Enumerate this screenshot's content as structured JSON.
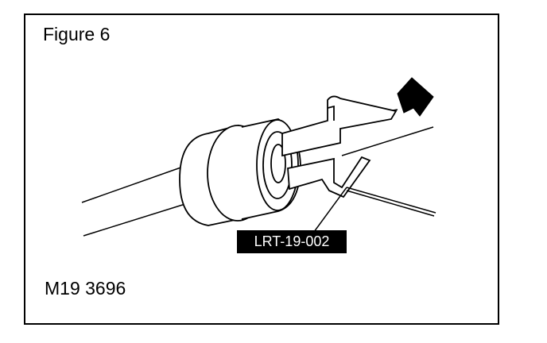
{
  "figure": {
    "title": "Figure 6",
    "reference_code": "M19 3696",
    "tool_label": "LRT-19-002"
  },
  "colors": {
    "line": "#000000",
    "background": "#ffffff",
    "callout_background": "#000000",
    "callout_text": "#ffffff"
  },
  "icons": [
    "direction-arrow-icon"
  ]
}
